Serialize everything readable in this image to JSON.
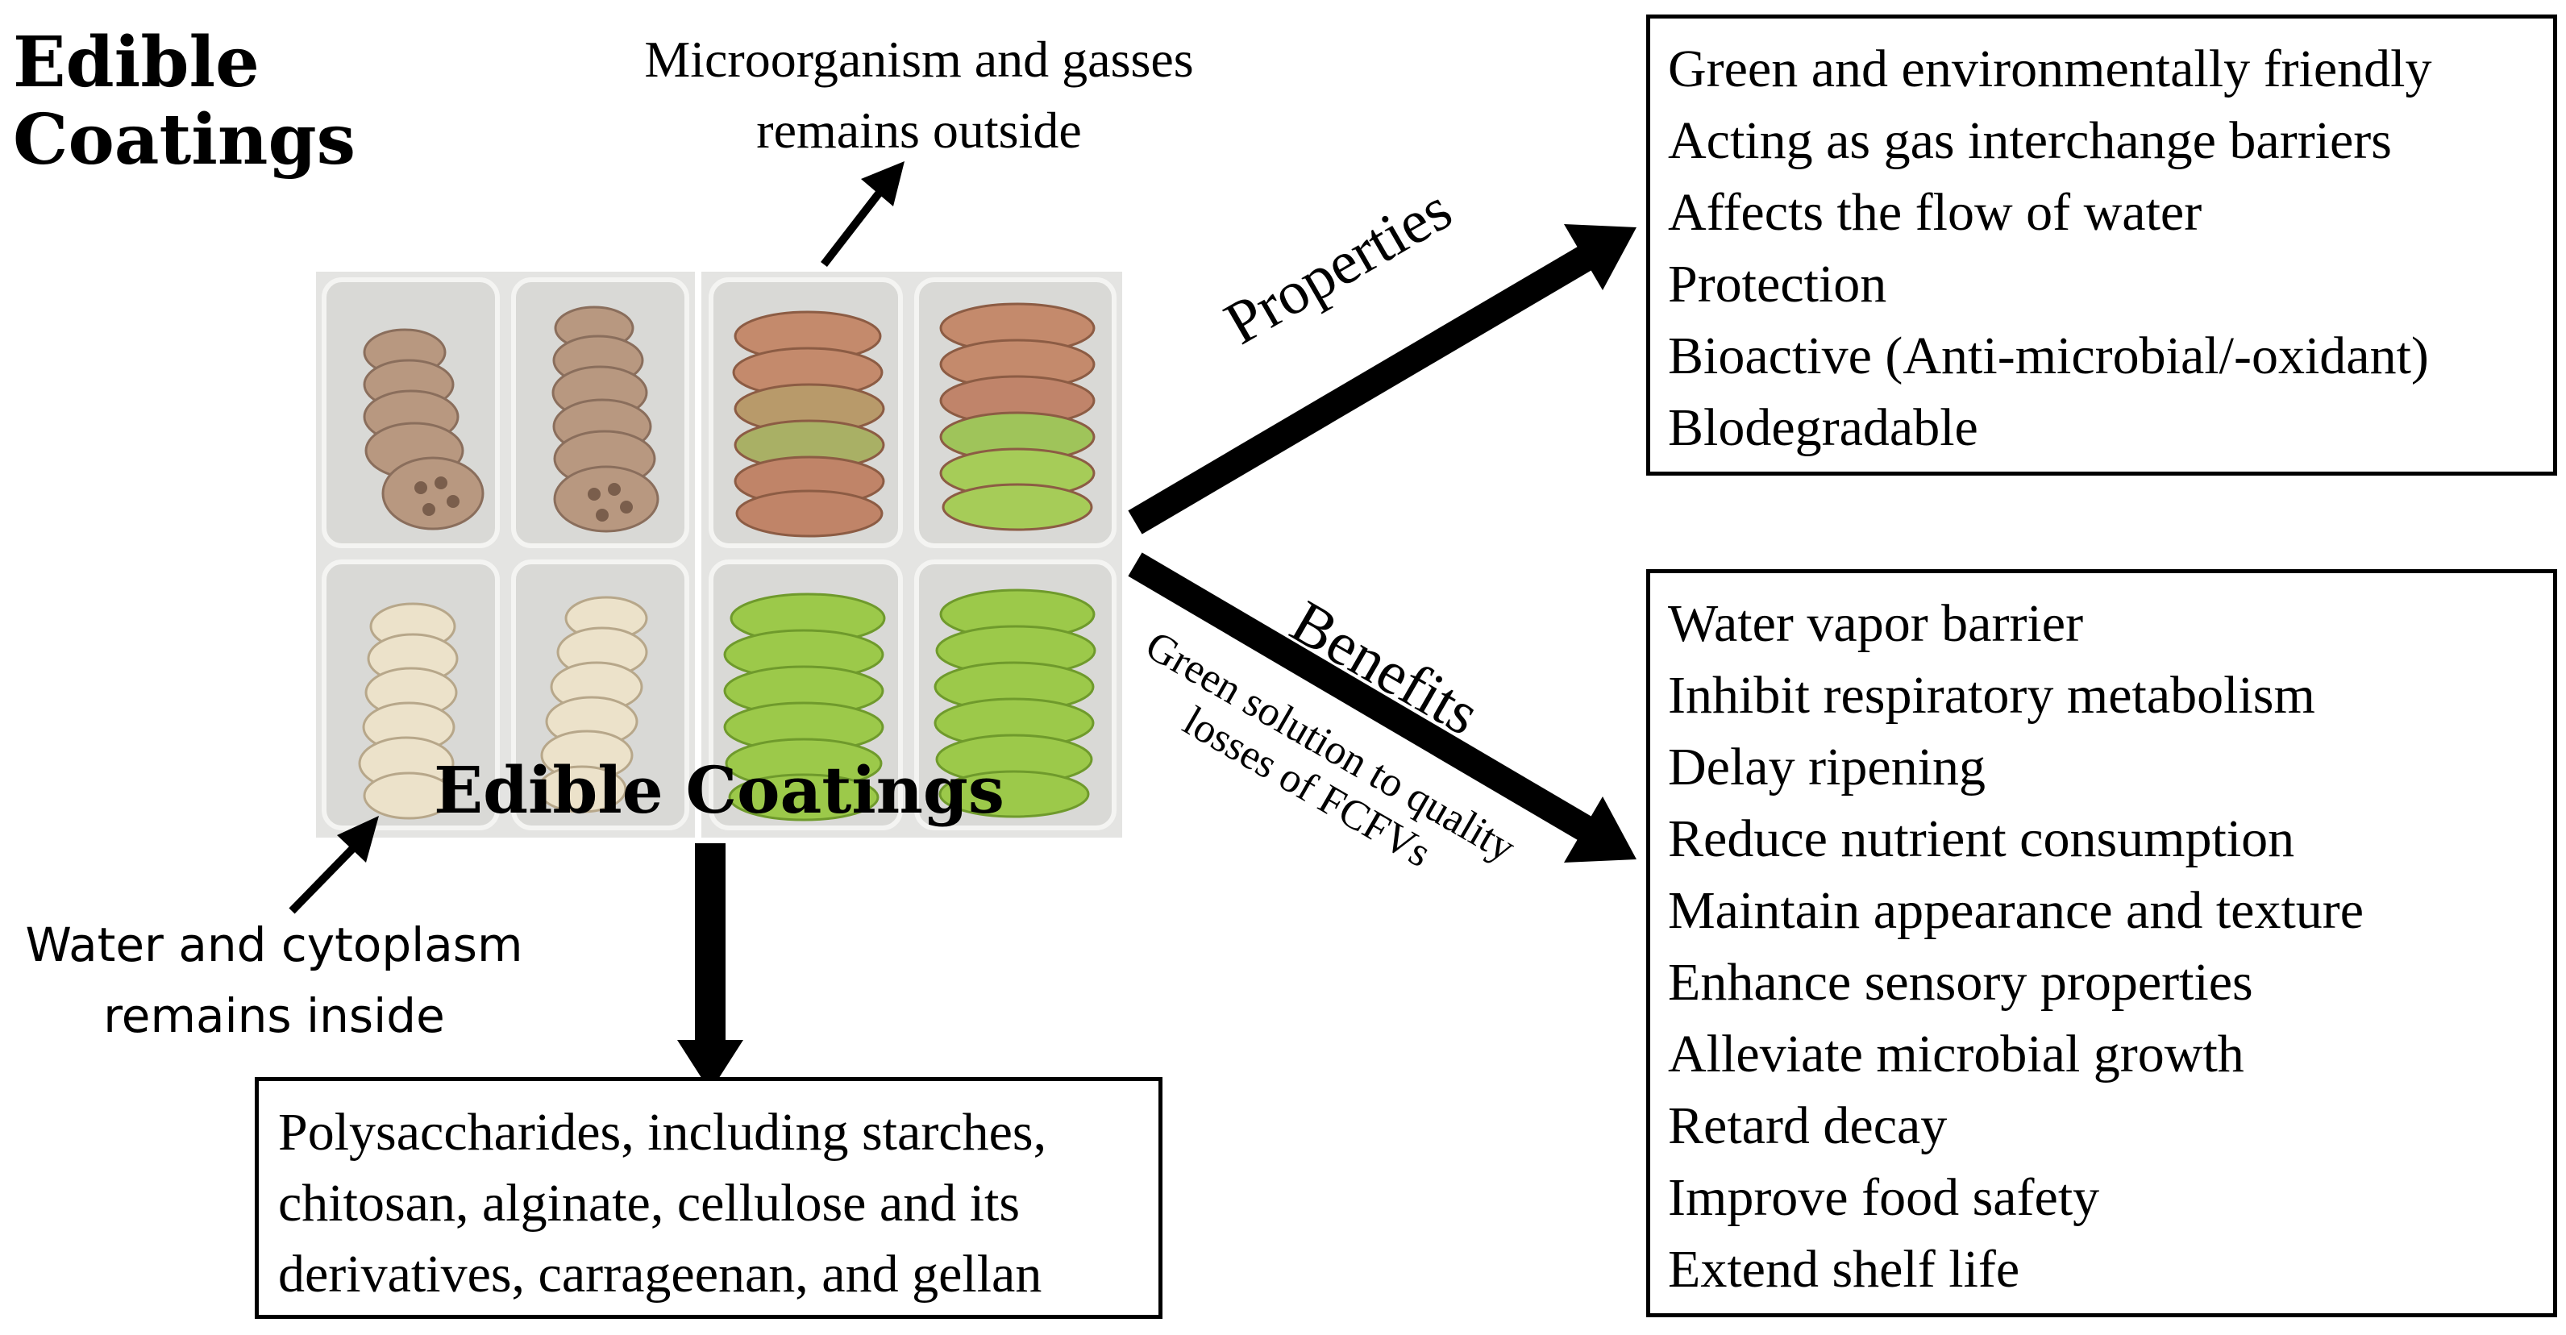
{
  "title": {
    "line1": "Edible",
    "line2": "Coatings"
  },
  "top_caption": {
    "line1": "Microorganism and gasses",
    "line2": "remains outside"
  },
  "left_caption": {
    "line1": "Water and cytoplasm",
    "line2": "remains inside"
  },
  "photo_label": "Edible Coatings",
  "arrow_labels": {
    "properties": "Properties",
    "benefits": "Benefits",
    "green_line1": "Green solution to quality",
    "green_line2": "losses of FCFVs"
  },
  "properties_box": {
    "items": [
      "Green and environmentally friendly",
      "Acting as gas interchange barriers",
      "Affects the flow of water",
      "Protection",
      "Bioactive (Anti-microbial/-oxidant)",
      "Blodegradable"
    ]
  },
  "benefits_box": {
    "items": [
      "Water vapor barrier",
      "Inhibit respiratory metabolism",
      "Delay ripening",
      "Reduce nutrient consumption",
      "Maintain appearance and texture",
      "Enhance sensory properties",
      "Alleviate microbial growth",
      "Retard decay",
      "Improve food safety",
      "Extend shelf life"
    ]
  },
  "materials_box": {
    "items": [
      "Polysaccharides, including starches,",
      "chitosan, alginate, cellulose and its",
      "derivatives, carrageenan, and gellan"
    ]
  },
  "colors": {
    "lotus": "#bfa089",
    "lotus_light": "#e8dcc4",
    "cucumber_peel": "#c08468",
    "cucumber_green": "#9cc94a",
    "tray": "#d9d9d6"
  }
}
